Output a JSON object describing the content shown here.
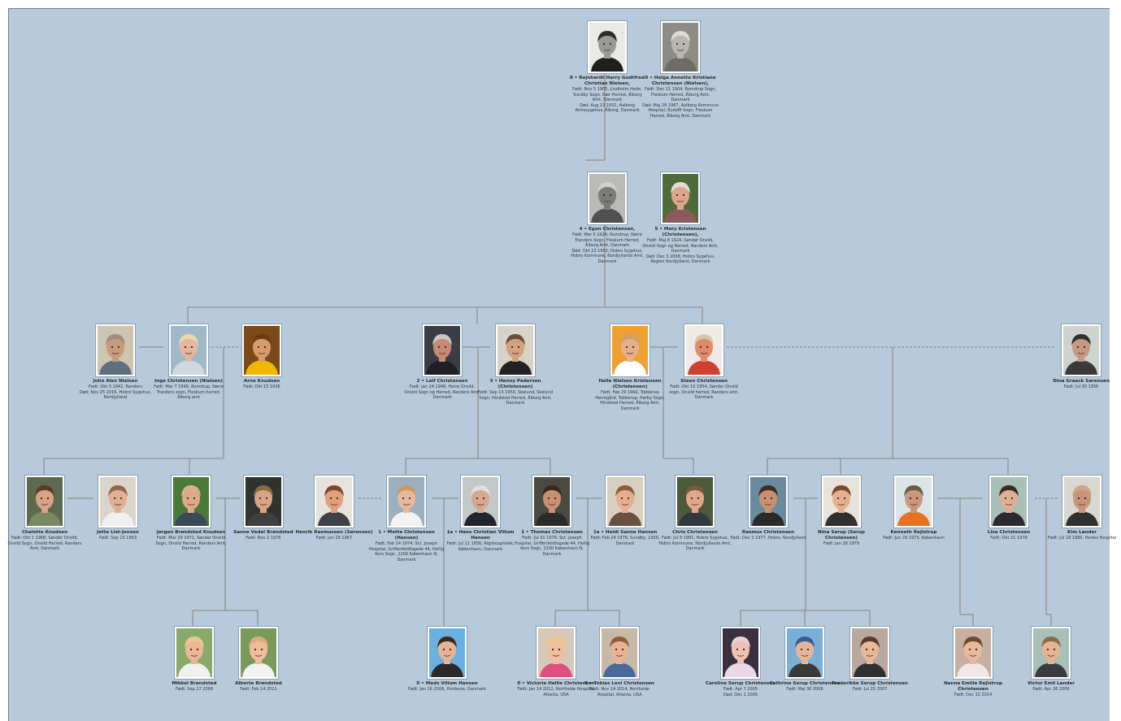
{
  "people": [
    {
      "id": "p8",
      "name": "8 • Rejnhardt Harry Godtfred Christian Nielsen,",
      "info": "Født: Nov 5 1905, Lindholm Hede, Sundby Sogn, Kær Herred, Ålborg Amt, Danmark\nDød: Aug 13 1932, Aalborg Amtssygehus, Ålborg, Danmark",
      "photo": {
        "tone": "bw",
        "bg": "#e9e9e6",
        "skin": "#9a9a94",
        "hair": "#2b2b2b",
        "cloth": "#1e1e1e"
      }
    },
    {
      "id": "p9",
      "name": "9 • Helga Annette Kristiane Christensen (Nielsen),",
      "info": "Født: Dec 11 1904, Romdrup Sogn, Fleskum Herred, Ålborg Amt, Danmark\nDød: Maj 28 1967, Aalborg Kommune Hospital, Budolfi Sogn, Fleskum Herred, Ålborg Amt, Danmark",
      "photo": {
        "tone": "bw",
        "bg": "#8c8c84",
        "skin": "#b9b6ae",
        "hair": "#dcdad2",
        "cloth": "#6d6b66"
      }
    },
    {
      "id": "p4",
      "name": "4 • Egon Christensen,",
      "info": "Født: Mar 5 1924, Romdrup, Nørre Tranders Sogn, Fleskum Herred, Ålborg Amt, Danmark\nDød: Okt 23 1993, Hobro Sygehus, Hobro Kommune, Nordjyllands Amt, Danmark",
      "photo": {
        "tone": "bw",
        "bg": "#b9b9b6",
        "skin": "#7d7b78",
        "hair": "#d0d0cc",
        "cloth": "#505050"
      }
    },
    {
      "id": "p5",
      "name": "5 • Mary Kristensen (Christensen),",
      "info": "Født: Maj 8 1924, Sønder Onsild, Onsild Sogn og Herred, Randers Amt, Danmark\nDød: Dec 3 2008, Hobro Sygehus, Region Nordjylland, Danmark",
      "photo": {
        "tone": "c",
        "bg": "#4f6b3c",
        "skin": "#dba68c",
        "hair": "#e2dcd4",
        "cloth": "#8b5a5a"
      }
    },
    {
      "id": "pJohn",
      "name": "John Alex Nielsen",
      "info": "Født: Okt 3 1942, Randers\nDød: Nov 25 2016, Hobro Sygehus, Nordjylland",
      "photo": {
        "tone": "c",
        "bg": "#cfc4b2",
        "skin": "#c99a7e",
        "hair": "#9c8f82",
        "cloth": "#5f6f80"
      }
    },
    {
      "id": "pInge",
      "name": "Inge Christensen (Nielsen)",
      "info": "Født: Mar 7 1946, Romdrup, Nørre Tranders sogn, Fleskum herred, Ålborg amt",
      "photo": {
        "tone": "c",
        "bg": "#9fb9c9",
        "skin": "#e3b89e",
        "hair": "#e8d8b0",
        "cloth": "#cfd8e0"
      }
    },
    {
      "id": "pArne",
      "name": "Arne Knudsen",
      "info": "Født: Okt 15 1936",
      "photo": {
        "tone": "c",
        "bg": "#7a4a18",
        "skin": "#d99b6a",
        "hair": "#6b3a12",
        "cloth": "#f0b800"
      }
    },
    {
      "id": "p2",
      "name": "2 • Leif Christensen",
      "info": "Født: Jan 24 1948, Horre Onsild, Onsild Sogn og Herred, Randers Amt, Danmark",
      "photo": {
        "tone": "c",
        "bg": "#3b3d46",
        "skin": "#c58c72",
        "hair": "#c8c8c8",
        "cloth": "#1f1f24"
      }
    },
    {
      "id": "p3",
      "name": "3 • Henny Pedersen (Christensen)",
      "info": "Født: Sep 13 1950, Skelund, Skelund Sogn, Hindsted Herred, Ålborg Amt, Danmark",
      "photo": {
        "tone": "c",
        "bg": "#d8d2c8",
        "skin": "#d4a07e",
        "hair": "#6a5040",
        "cloth": "#222222"
      }
    },
    {
      "id": "pHelle",
      "name": "Helle Nielsen Kristensen (Christensen)",
      "info": "Født: Feb 29 1960, Tobberup Herregård, Tobberup, Hørby Sogn, Hindsted Herred, Ålborg Amt, Danmark",
      "photo": {
        "tone": "c",
        "bg": "#f0a030",
        "skin": "#e6b08a",
        "hair": "#caa26a",
        "cloth": "#ffffff"
      }
    },
    {
      "id": "pSteen",
      "name": "Steen Christensen",
      "info": "Født: Okt 13 1954, Sønder Onsild sogn, Onsild herred, Randers amt, Danmark",
      "photo": {
        "tone": "c",
        "bg": "#efeae3",
        "skin": "#e08a6a",
        "hair": "#d8c8a8",
        "cloth": "#d04030"
      }
    },
    {
      "id": "pDina",
      "name": "Dina Graack Sørensen",
      "info": "Født: Jul 30 1956",
      "photo": {
        "tone": "c",
        "bg": "#cfd3d0",
        "skin": "#c49a80",
        "hair": "#303030",
        "cloth": "#3a3a3a"
      }
    },
    {
      "id": "pChal",
      "name": "Chalotte Knudsen",
      "info": "Født: Okt 1 1968, Sønder Onsild, Onsild Sogn, Onsild Herred, Randers Amt, Danmark",
      "photo": {
        "tone": "c",
        "bg": "#5d6a50",
        "skin": "#d7a286",
        "hair": "#5b3a26",
        "cloth": "#7a8a60"
      }
    },
    {
      "id": "pJette",
      "name": "Jette List-Jensen",
      "info": "Født: Sep 15 1963",
      "photo": {
        "tone": "c",
        "bg": "#dcd4c8",
        "skin": "#e0b092",
        "hair": "#8a6a48",
        "cloth": "#f0f0f0"
      }
    },
    {
      "id": "pJorgen",
      "name": "Jørgen Brøndsted Knudsen",
      "info": "Født: Mar 29 1971, Sønder Onsild Sogn, Onsild Herred, Randers Amt, Danmark",
      "photo": {
        "tone": "c",
        "bg": "#4a7a3a",
        "skin": "#e0a88a",
        "hair": "#d8b090",
        "cloth": "#3a4a5a"
      }
    },
    {
      "id": "pSanne",
      "name": "Sanne Vedel Brøndsted",
      "info": "Født: Nov 2 1976",
      "photo": {
        "tone": "c",
        "bg": "#2e3430",
        "skin": "#d6a482",
        "hair": "#8b6a3a",
        "cloth": "#404040"
      }
    },
    {
      "id": "pHenrik",
      "name": "Henrik Rasmussen (Sørensen)",
      "info": "Født: Jan 29 1967",
      "photo": {
        "tone": "c",
        "bg": "#e6e2dc",
        "skin": "#e0a07a",
        "hair": "#7a4a2a",
        "cloth": "#404048"
      }
    },
    {
      "id": "p1m",
      "name": "1 • Mette Christensen (Hansen)",
      "info": "Født: Feb 14 1974, Sct. Joseph Hospital, Griffenfeldtsgade 44, Hellig Kors Sogn, 2200 København N, Danmark",
      "photo": {
        "tone": "c",
        "bg": "#9ab0c0",
        "skin": "#e8b89a",
        "hair": "#c89a60",
        "cloth": "#f2f2f2"
      }
    },
    {
      "id": "p1a",
      "name": "1a • Hans Christian Villum Hansen",
      "info": "Født: Jul 11 1956, Rigshospitalet, København, Danmark",
      "photo": {
        "tone": "c",
        "bg": "#c4c8c8",
        "skin": "#d8a88e",
        "hair": "#e0e0e0",
        "cloth": "#1e2430"
      }
    },
    {
      "id": "p1t",
      "name": "1 • Thomas Christensen",
      "info": "Født: Jul 31 1976, Sct. Joseph Hospital, Griffenfeldtsgade 44, Hellig Kors Sogn, 2200 København N, Danmark",
      "photo": {
        "tone": "c",
        "bg": "#4a4a40",
        "skin": "#c89272",
        "hair": "#3a2a1a",
        "cloth": "#2a2a2a"
      }
    },
    {
      "id": "p1h",
      "name": "1a • Heidi Sanne Hansen",
      "info": "Født: Feb 24 1976, Sundby, 2300, Danmark",
      "photo": {
        "tone": "c",
        "bg": "#d8cfc0",
        "skin": "#e6b090",
        "hair": "#8a6038",
        "cloth": "#6a5040"
      }
    },
    {
      "id": "pChris",
      "name": "Chris Christensen",
      "info": "Født: Jul 9 1991, Hobro Sygehus, Hobro Kommune, Nordjyllands Amt, Danmark",
      "photo": {
        "tone": "c",
        "bg": "#4a5a3a",
        "skin": "#e0a888",
        "hair": "#7a5a38",
        "cloth": "#303840"
      }
    },
    {
      "id": "pRasmus",
      "name": "Rasmus Christensen",
      "info": "Født: Dec 3 1977, Hobro, Nordjylland",
      "photo": {
        "tone": "c",
        "bg": "#6a8aa0",
        "skin": "#c89070",
        "hair": "#3a3026",
        "cloth": "#2a2a2a"
      }
    },
    {
      "id": "pNina",
      "name": "Nina Serup (Serup Christensen)",
      "info": "Født: Jan 28 1979",
      "photo": {
        "tone": "c",
        "bg": "#e8e4dc",
        "skin": "#e6b090",
        "hair": "#7a4a2a",
        "cloth": "#303030"
      }
    },
    {
      "id": "pKenneth",
      "name": "Kenneth Rejlstrup",
      "info": "Født: Jun 29 1973, København",
      "photo": {
        "tone": "c",
        "bg": "#dde4e8",
        "skin": "#c8987a",
        "hair": "#6a5a48",
        "cloth": "#e87020"
      }
    },
    {
      "id": "pLisa",
      "name": "Lisa Christensen",
      "info": "Født: Okt 31 1979",
      "photo": {
        "tone": "c",
        "bg": "#a8c0b8",
        "skin": "#e0b096",
        "hair": "#3a2a22",
        "cloth": "#2a2a30"
      }
    },
    {
      "id": "pKim",
      "name": "Kim Lander",
      "info": "Født: Jul 18 1980, Herlev Hospital",
      "photo": {
        "tone": "c",
        "bg": "#d8d8d0",
        "skin": "#c89478",
        "hair": "#c8a888",
        "cloth": "#303030"
      }
    },
    {
      "id": "pMikkel",
      "name": "Mikkel Brøndsted",
      "info": "Født: Sep 17 2008",
      "photo": {
        "tone": "c",
        "bg": "#8aaa6a",
        "skin": "#eab898",
        "hair": "#e8c890",
        "cloth": "#f0f0f0"
      }
    },
    {
      "id": "pAlberte",
      "name": "Alberte Brøndsted",
      "info": "Født: Feb 14 2011",
      "photo": {
        "tone": "c",
        "bg": "#7a9a5a",
        "skin": "#eebd9c",
        "hair": "#d8b080",
        "cloth": "#f2f2f2"
      }
    },
    {
      "id": "pMads",
      "name": "0 • Mads Villum Hansen",
      "info": "Født: Jan 16 2006, Hvidovre, Danmark",
      "photo": {
        "tone": "c",
        "bg": "#6ab0e0",
        "skin": "#e4b496",
        "hair": "#3a2a1a",
        "cloth": "#2a2a2a"
      }
    },
    {
      "id": "pVictoria",
      "name": "0 • Victoria Hallie Christensen",
      "info": "Født: Jan 14 2012, Northside Hospital, Atlanta, USA",
      "photo": {
        "tone": "c",
        "bg": "#d8c8b8",
        "skin": "#eec0a0",
        "hair": "#e8c888",
        "cloth": "#e05080"
      }
    },
    {
      "id": "pTobias",
      "name": "0 • Tobias Levi Christensen",
      "info": "Født: Nov 14 2014, Northside Hospital, Atlanta, USA",
      "photo": {
        "tone": "c",
        "bg": "#c8b8a8",
        "skin": "#eab294",
        "hair": "#8a6038",
        "cloth": "#4a6a9a"
      }
    },
    {
      "id": "pCaroline",
      "name": "Caroline Serup Christensen",
      "info": "Født: Apr 7 2005\nDød: Dec 1 2005",
      "photo": {
        "tone": "c",
        "bg": "#3a3040",
        "skin": "#f0c0b0",
        "hair": "#e8d0d8",
        "cloth": "#e8d8e8"
      }
    },
    {
      "id": "pCathrine",
      "name": "Cathrine Serup Christensen",
      "info": "Født: Maj 30 2006",
      "photo": {
        "tone": "c",
        "bg": "#7ab0d8",
        "skin": "#e6b496",
        "hair": "#3a5a9a",
        "cloth": "#3a3a3a"
      }
    },
    {
      "id": "pFrederikke",
      "name": "Frederikke Serup Christensen",
      "info": "Født: Jul 25 2007",
      "photo": {
        "tone": "c",
        "bg": "#b8a8a0",
        "skin": "#e8b89a",
        "hair": "#5a3a28",
        "cloth": "#303030"
      }
    },
    {
      "id": "pNanna",
      "name": "Nanna Emilie Rejlstrup Christensen",
      "info": "Født: Dec 12 2014",
      "photo": {
        "tone": "c",
        "bg": "#c8b0a0",
        "skin": "#eab89a",
        "hair": "#6a4a30",
        "cloth": "#f0e8e8"
      }
    },
    {
      "id": "pVictor",
      "name": "Victor Emil Lander",
      "info": "Født: Apr 26 2009",
      "photo": {
        "tone": "c",
        "bg": "#a8c0b8",
        "skin": "#e4b496",
        "hair": "#8a6a48",
        "cloth": "#3a3a40"
      }
    }
  ],
  "colors": {
    "background": "#b6cadc",
    "line": "#8a7e72",
    "text": "#2a2a2a"
  }
}
